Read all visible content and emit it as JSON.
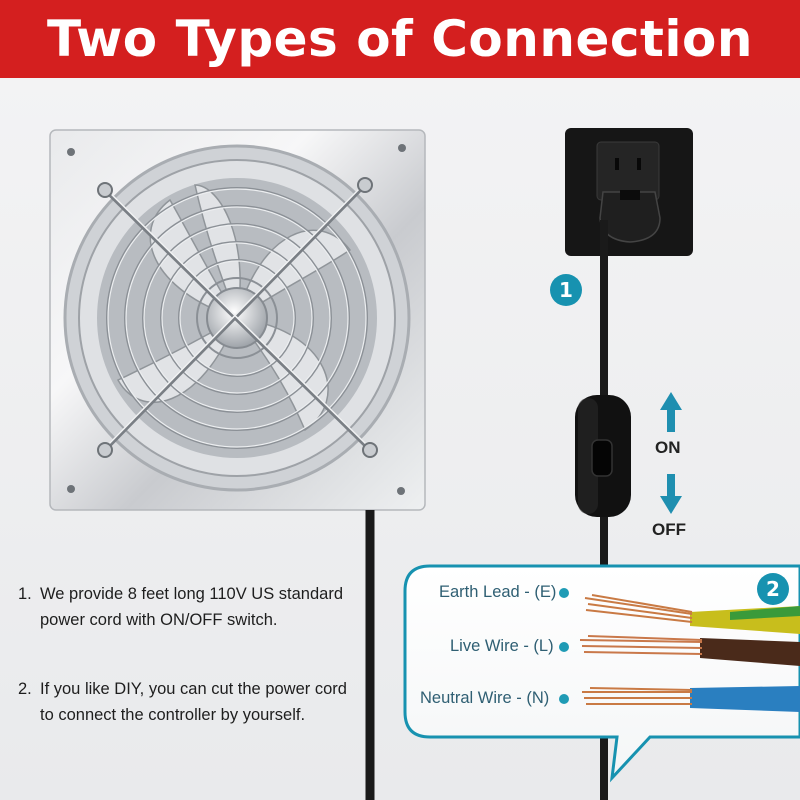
{
  "header": {
    "title": "Two Types of Connection"
  },
  "badges": {
    "one": "1",
    "two": "2"
  },
  "switch": {
    "on_label": "ON",
    "off_label": "OFF"
  },
  "instructions": [
    {
      "number": "1.",
      "line1": "We provide 8 feet long 110V US standard",
      "line2": "power cord with ON/OFF switch."
    },
    {
      "number": "2.",
      "line1": "If you like DIY, you can cut the power cord",
      "line2": "to connect the controller by yourself."
    }
  ],
  "wires": [
    {
      "label": "Earth Lead - (E)",
      "color": "#c9b81e"
    },
    {
      "label": "Live Wire - (L)",
      "color": "#4a2a1a"
    },
    {
      "label": "Neutral Wire - (N)",
      "color": "#2a7fc0"
    }
  ],
  "colors": {
    "header": "#d41f1f",
    "accent": "#1792b0",
    "cord": "#1a1a1a"
  },
  "icons": [
    "exhaust-fan-image",
    "wall-socket-icon",
    "rocker-switch-icon",
    "arrow-up-icon",
    "arrow-down-icon",
    "wire-ends-illustration"
  ]
}
